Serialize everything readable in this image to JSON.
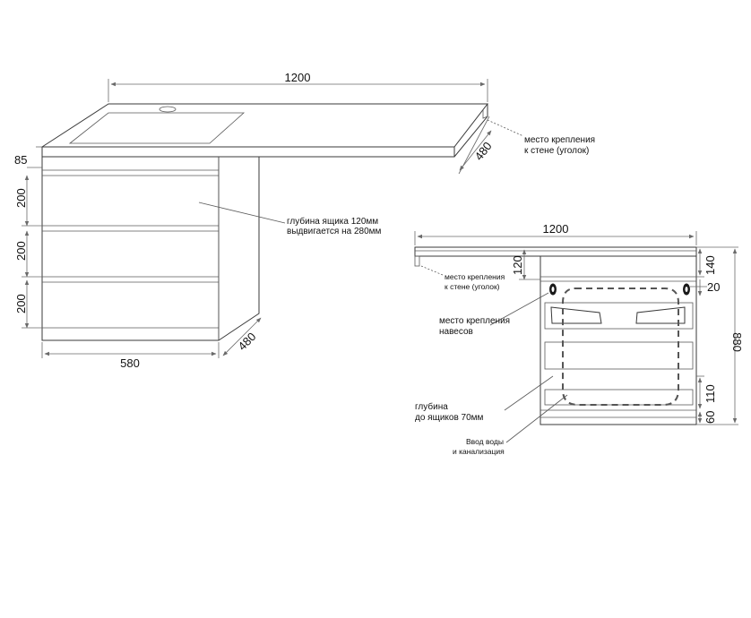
{
  "left_view": {
    "dim_width_top": "1200",
    "dim_countertop": "85",
    "dim_drawer_1": "200",
    "dim_drawer_2": "200",
    "dim_drawer_3": "200",
    "dim_width_bottom": "580",
    "dim_depth_top": "480",
    "dim_depth_bottom": "480",
    "note_wall_mount_line1": "место крепления",
    "note_wall_mount_line2": "к стене (уголок)",
    "note_drawer_line1": "глубина ящика 120мм",
    "note_drawer_line2": "выдвигается на 280мм"
  },
  "right_view": {
    "dim_width": "1200",
    "dim_120": "120",
    "dim_140": "140",
    "dim_20": "20",
    "dim_880": "880",
    "dim_110": "110",
    "dim_60": "60",
    "note_wall_mount_line1": "место крепления",
    "note_wall_mount_line2": "к стене (уголок)",
    "note_hinge_line1": "место крепления",
    "note_hinge_line2": "навесов",
    "note_depth_line1": "глубина",
    "note_depth_line2": "до ящиков 70мм",
    "note_inlet_line1": "Ввод воды",
    "note_inlet_line2": "и канализация"
  }
}
